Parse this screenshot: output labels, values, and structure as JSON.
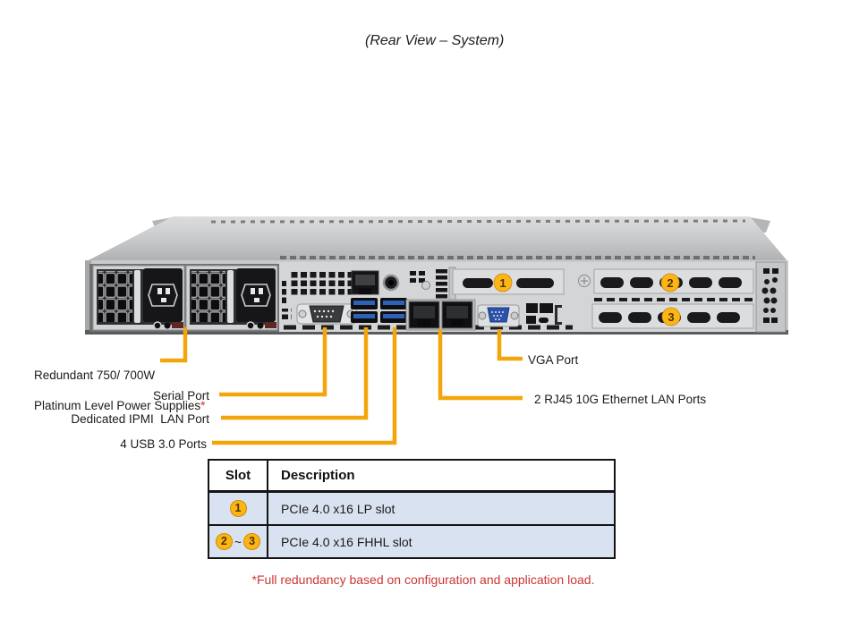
{
  "title": "(Rear View – System)",
  "labels": {
    "psu": {
      "line1": "Redundant 750/ 700W",
      "line2": "Platinum Level Power Supplies",
      "asterisk": "*"
    },
    "serial": "Serial Port",
    "ipmi": "Dedicated IPMI  LAN Port",
    "usb": "4 USB 3.0 Ports",
    "vga": "VGA Port",
    "lan": "2 RJ45 10G Ethernet LAN Ports"
  },
  "chassis": {
    "badges": [
      {
        "label": "1"
      },
      {
        "label": "2"
      },
      {
        "label": "3"
      }
    ]
  },
  "table": {
    "headers": [
      "Slot",
      "Description"
    ],
    "rows": [
      {
        "badges": [
          "1"
        ],
        "separator": "",
        "description": "PCIe 4.0 x16 LP slot"
      },
      {
        "badges": [
          "2",
          "3"
        ],
        "separator": "~",
        "description": "PCIe 4.0 x16 FHHL slot"
      }
    ]
  },
  "footnote": "*Full redundancy based on configuration and application load.",
  "colors": {
    "callout_line": "#F3A60C",
    "badge_fill": "#FDB515",
    "table_row_blue": "#D9E2F0",
    "footnote_red": "#CF3434"
  }
}
